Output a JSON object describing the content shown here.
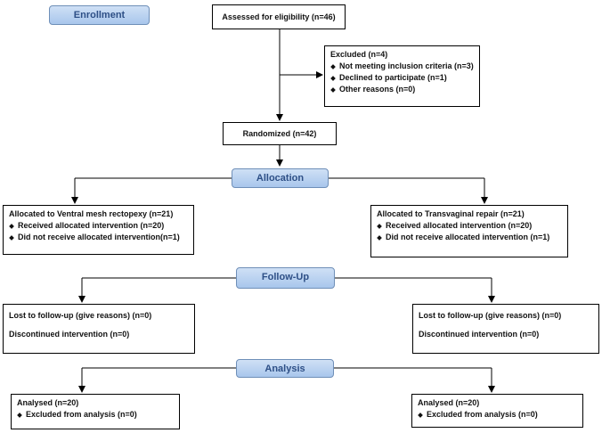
{
  "stages": {
    "enrollment": "Enrollment",
    "allocation": "Allocation",
    "follow_up": "Follow-Up",
    "analysis": "Analysis"
  },
  "assessed": "Assessed  for eligibility (n=46)",
  "excluded": {
    "title": "Excluded (n=4)",
    "items": [
      "Not meeting inclusion criteria (n=3)",
      "Declined to participate (n=1)",
      "Other reasons (n=0)"
    ]
  },
  "randomized": "Randomized (n=42)",
  "left_arm": {
    "allocation_title": "Allocated to Ventral mesh rectopexy (n=21)",
    "allocation_items": [
      "Received allocated intervention (n=20)",
      "Did not receive allocated intervention(n=1)"
    ],
    "lost": "Lost to follow-up (give reasons) (n=0)",
    "discontinued": "Discontinued intervention (n=0)",
    "analysed": "Analysed  (n=20)",
    "excluded_analysis": "Excluded from analysis (n=0)"
  },
  "right_arm": {
    "allocation_title": "Allocated to Transvaginal repair (n=21)",
    "allocation_items": [
      "Received allocated intervention (n=20)",
      "Did not receive allocated intervention (n=1)"
    ],
    "lost": "Lost to follow-up (give reasons) (n=0)",
    "discontinued": "Discontinued intervention (n=0)",
    "analysed": "Analysed  (n=20)",
    "excluded_analysis": "Excluded from analysis (n=0)"
  }
}
